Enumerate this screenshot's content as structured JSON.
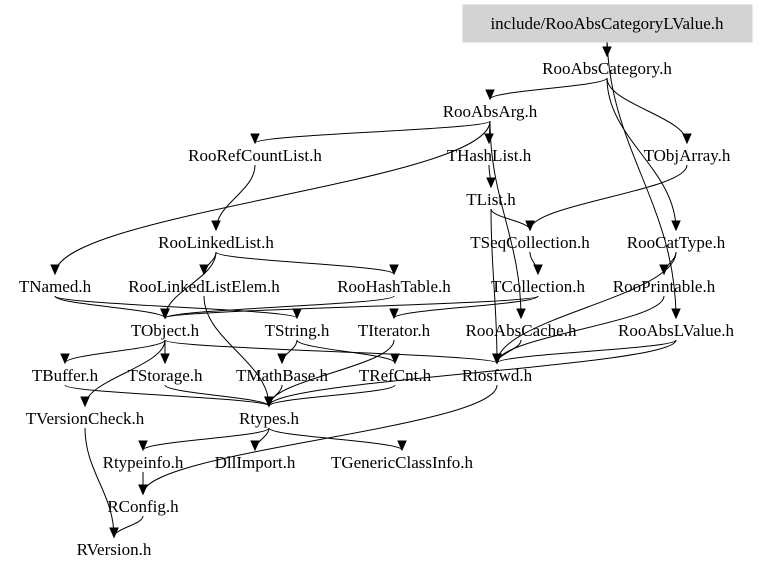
{
  "graph": {
    "title": "include/RooAbsCategoryLValue.h",
    "root": "include/RooAbsCategoryLValue.h",
    "colors": {
      "root_fill": "#d3d3d3",
      "edge": "#000000",
      "text": "#000000",
      "background": "#ffffff"
    },
    "nodes": [
      {
        "id": "root",
        "label": "include/RooAbsCategoryLValue.h"
      },
      {
        "id": "RooAbsCategory",
        "label": "RooAbsCategory.h"
      },
      {
        "id": "RooAbsArg",
        "label": "RooAbsArg.h"
      },
      {
        "id": "RooRefCountList",
        "label": "RooRefCountList.h"
      },
      {
        "id": "THashList",
        "label": "THashList.h"
      },
      {
        "id": "TObjArray",
        "label": "TObjArray.h"
      },
      {
        "id": "TList",
        "label": "TList.h"
      },
      {
        "id": "RooLinkedList",
        "label": "RooLinkedList.h"
      },
      {
        "id": "TSeqCollection",
        "label": "TSeqCollection.h"
      },
      {
        "id": "RooCatType",
        "label": "RooCatType.h"
      },
      {
        "id": "TNamed",
        "label": "TNamed.h"
      },
      {
        "id": "RooLinkedListElem",
        "label": "RooLinkedListElem.h"
      },
      {
        "id": "RooHashTable",
        "label": "RooHashTable.h"
      },
      {
        "id": "TCollection",
        "label": "TCollection.h"
      },
      {
        "id": "RooPrintable",
        "label": "RooPrintable.h"
      },
      {
        "id": "TObject",
        "label": "TObject.h"
      },
      {
        "id": "TString",
        "label": "TString.h"
      },
      {
        "id": "TIterator",
        "label": "TIterator.h"
      },
      {
        "id": "RooAbsCache",
        "label": "RooAbsCache.h"
      },
      {
        "id": "RooAbsLValue",
        "label": "RooAbsLValue.h"
      },
      {
        "id": "TBuffer",
        "label": "TBuffer.h"
      },
      {
        "id": "TStorage",
        "label": "TStorage.h"
      },
      {
        "id": "TMathBase",
        "label": "TMathBase.h"
      },
      {
        "id": "TRefCnt",
        "label": "TRefCnt.h"
      },
      {
        "id": "Riosfwd",
        "label": "Riosfwd.h"
      },
      {
        "id": "TVersionCheck",
        "label": "TVersionCheck.h"
      },
      {
        "id": "Rtypes",
        "label": "Rtypes.h"
      },
      {
        "id": "Rtypeinfo",
        "label": "Rtypeinfo.h"
      },
      {
        "id": "DllImport",
        "label": "DllImport.h"
      },
      {
        "id": "TGenericClassInfo",
        "label": "TGenericClassInfo.h"
      },
      {
        "id": "RConfig",
        "label": "RConfig.h"
      },
      {
        "id": "RVersion",
        "label": "RVersion.h"
      }
    ],
    "edges": [
      [
        "root",
        "RooAbsCategory"
      ],
      [
        "root",
        "RooAbsLValue"
      ],
      [
        "RooAbsCategory",
        "RooAbsArg"
      ],
      [
        "RooAbsCategory",
        "TObjArray"
      ],
      [
        "RooAbsCategory",
        "RooCatType"
      ],
      [
        "RooAbsArg",
        "RooRefCountList"
      ],
      [
        "RooAbsArg",
        "THashList"
      ],
      [
        "RooAbsArg",
        "TNamed"
      ],
      [
        "RooAbsArg",
        "RooAbsCache"
      ],
      [
        "RooRefCountList",
        "RooLinkedList"
      ],
      [
        "THashList",
        "TList"
      ],
      [
        "TObjArray",
        "TSeqCollection"
      ],
      [
        "TList",
        "TSeqCollection"
      ],
      [
        "TList",
        "Riosfwd"
      ],
      [
        "RooLinkedList",
        "RooLinkedListElem"
      ],
      [
        "RooLinkedList",
        "RooHashTable"
      ],
      [
        "RooLinkedList",
        "TObject"
      ],
      [
        "TSeqCollection",
        "TCollection"
      ],
      [
        "RooCatType",
        "RooPrintable"
      ],
      [
        "RooCatType",
        "Riosfwd"
      ],
      [
        "TNamed",
        "TObject"
      ],
      [
        "TNamed",
        "TString"
      ],
      [
        "RooLinkedListElem",
        "Rtypes"
      ],
      [
        "RooHashTable",
        "TObject"
      ],
      [
        "TCollection",
        "TObject"
      ],
      [
        "TCollection",
        "TIterator"
      ],
      [
        "RooPrintable",
        "Riosfwd"
      ],
      [
        "TObject",
        "TBuffer"
      ],
      [
        "TObject",
        "TStorage"
      ],
      [
        "TObject",
        "TVersionCheck"
      ],
      [
        "TObject",
        "Riosfwd"
      ],
      [
        "TString",
        "TMathBase"
      ],
      [
        "TString",
        "TRefCnt"
      ],
      [
        "TIterator",
        "Rtypes"
      ],
      [
        "RooAbsCache",
        "Riosfwd"
      ],
      [
        "RooAbsLValue",
        "Riosfwd"
      ],
      [
        "RooAbsLValue",
        "Rtypes"
      ],
      [
        "TBuffer",
        "Rtypes"
      ],
      [
        "TStorage",
        "Rtypes"
      ],
      [
        "TMathBase",
        "Rtypes"
      ],
      [
        "TRefCnt",
        "Rtypes"
      ],
      [
        "TVersionCheck",
        "RVersion"
      ],
      [
        "Riosfwd",
        "RConfig"
      ],
      [
        "Rtypes",
        "Rtypeinfo"
      ],
      [
        "Rtypes",
        "DllImport"
      ],
      [
        "Rtypes",
        "TGenericClassInfo"
      ],
      [
        "Rtypeinfo",
        "RConfig"
      ],
      [
        "RConfig",
        "RVersion"
      ]
    ]
  }
}
